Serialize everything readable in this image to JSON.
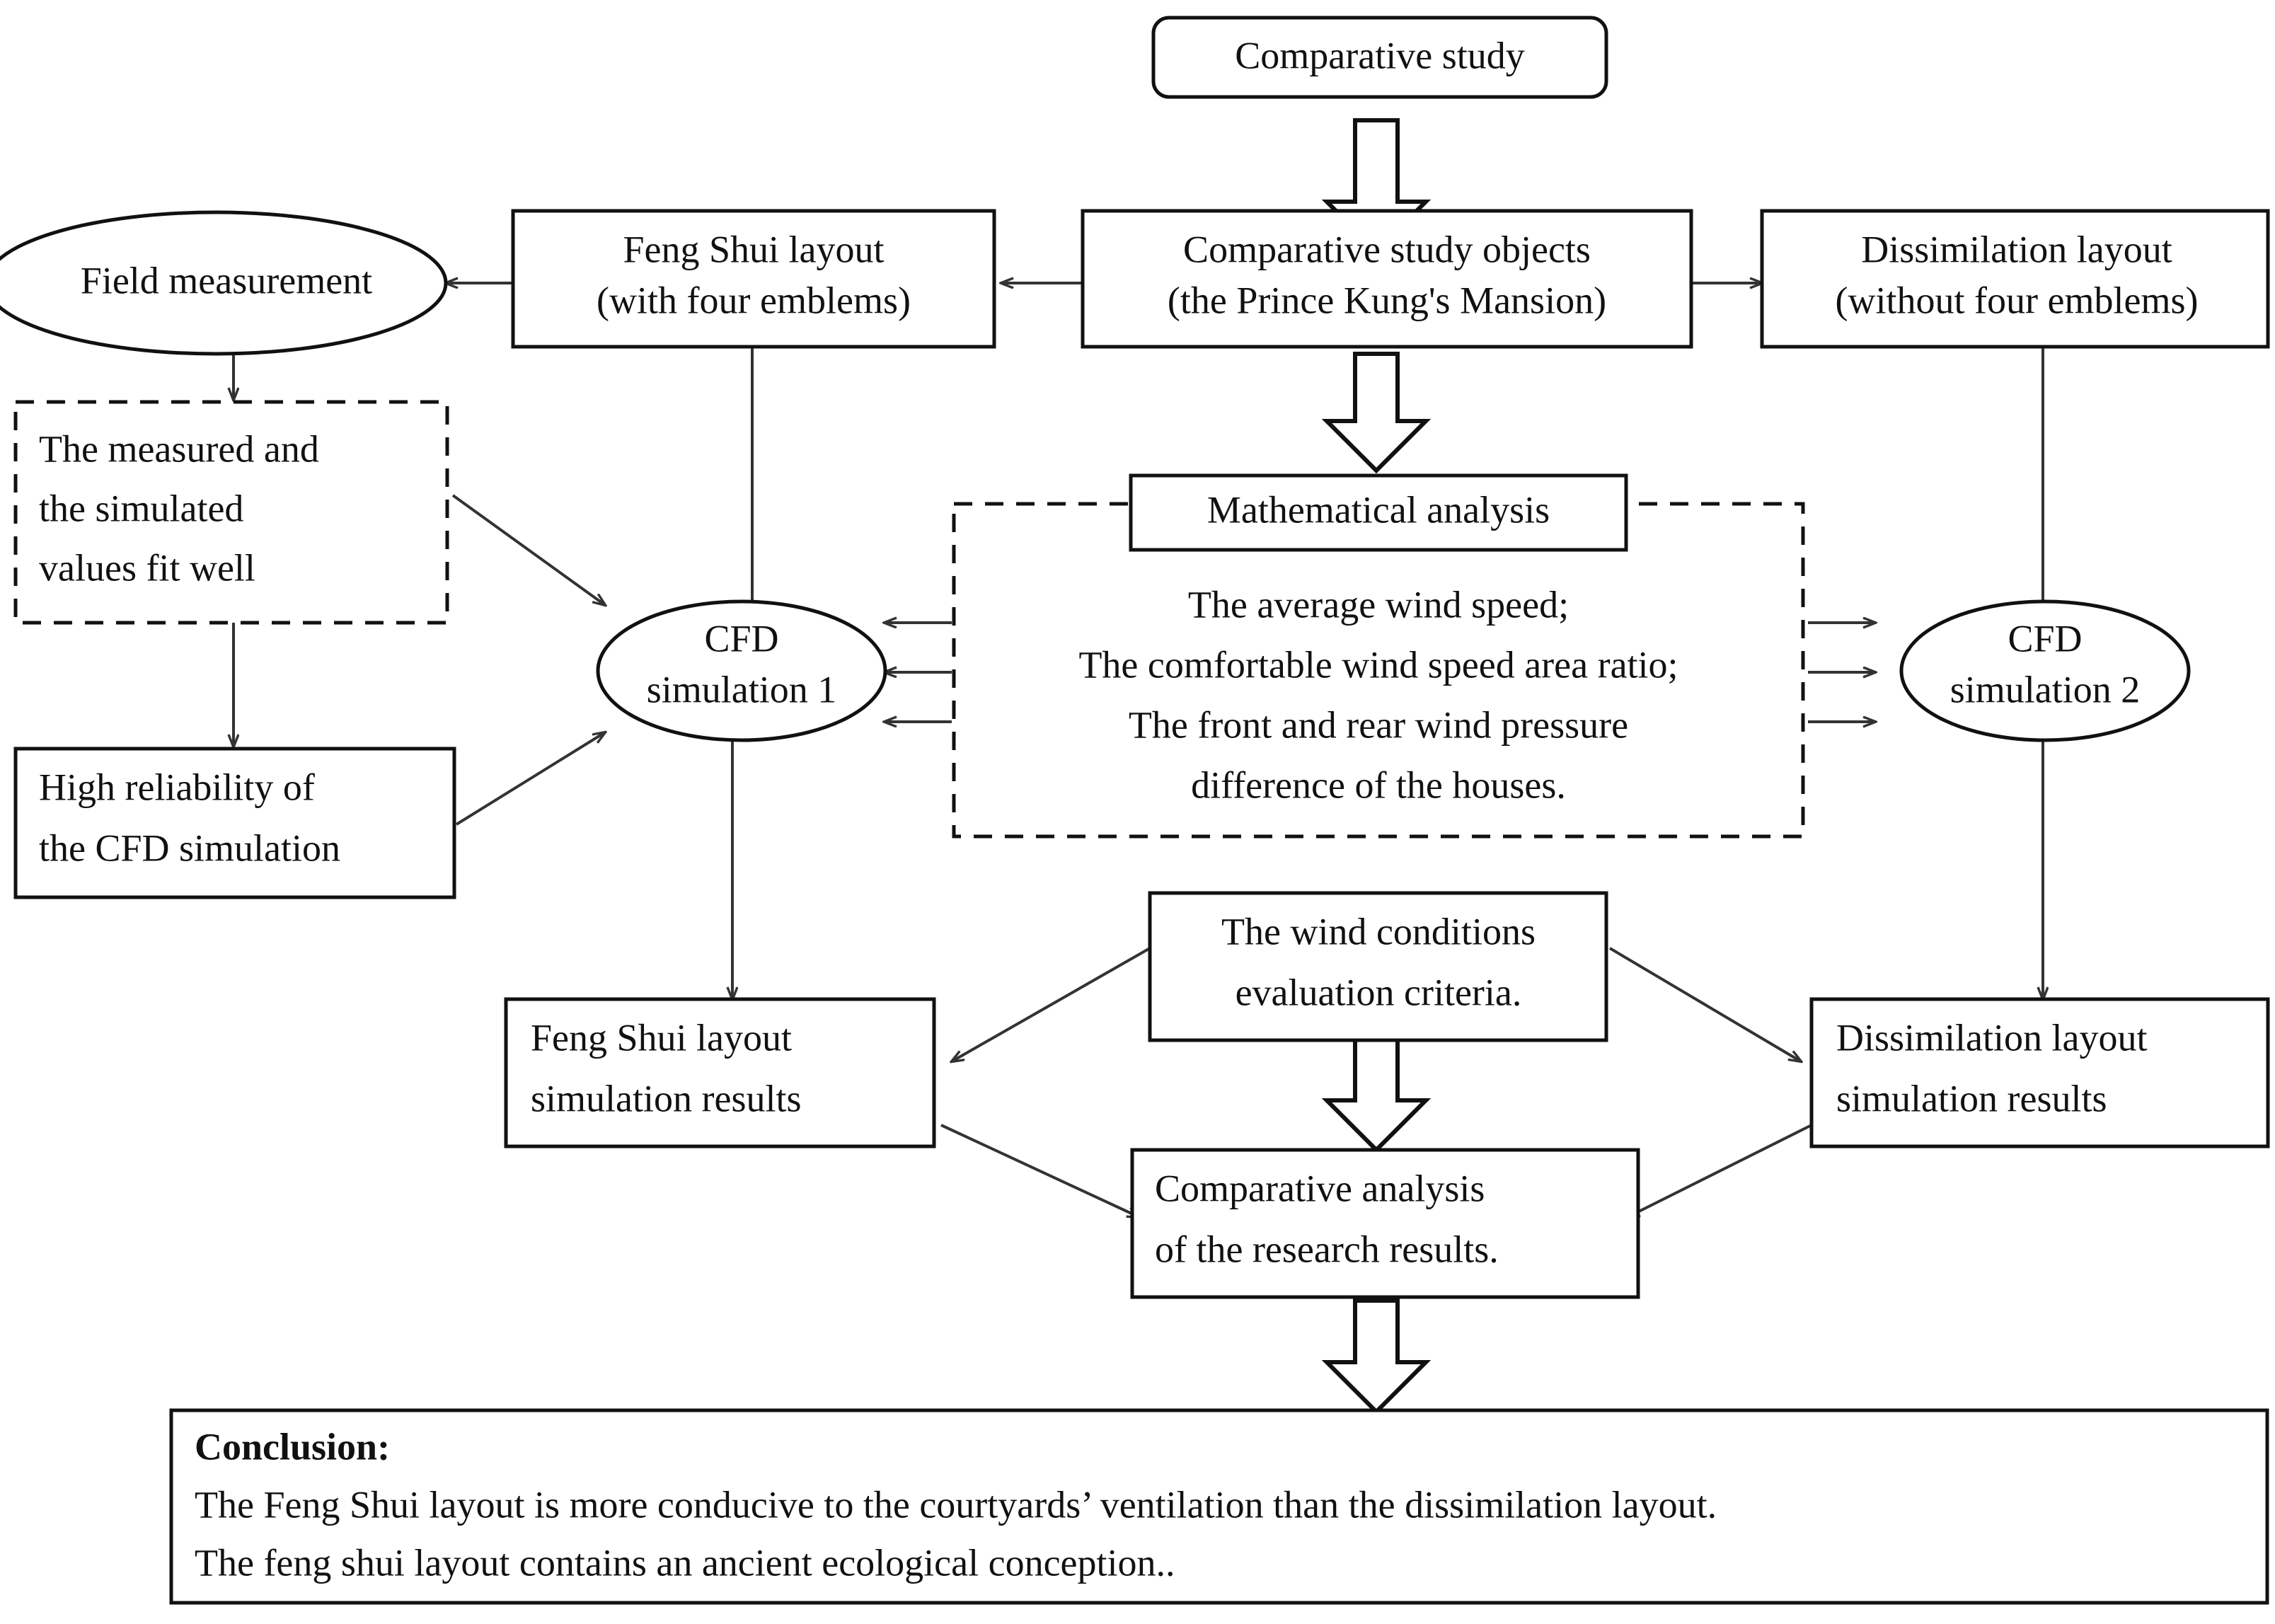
{
  "diagram": {
    "title": "Comparative study research framework flowchart",
    "nodes": {
      "comparative_study": "Comparative study",
      "feng_shui_layout_l1": "Feng Shui layout",
      "feng_shui_layout_l2": "(with four emblems)",
      "study_objects_l1": "Comparative study objects",
      "study_objects_l2": "(the Prince Kung's Mansion)",
      "dissimilation_layout_l1": "Dissimilation layout",
      "dissimilation_layout_l2": "(without four emblems)",
      "field_measurement": "Field measurement",
      "measured_fit_l1": "The measured and",
      "measured_fit_l2": "the simulated",
      "measured_fit_l3": "values fit well",
      "high_reliability_l1": "High reliability of",
      "high_reliability_l2": "the CFD simulation",
      "cfd1_l1": "CFD",
      "cfd1_l2": "simulation 1",
      "cfd2_l1": "CFD",
      "cfd2_l2": "simulation 2",
      "math_analysis": "Mathematical analysis",
      "math_item_1": "The average wind speed;",
      "math_item_2": "The comfortable wind speed area ratio;",
      "math_item_3": "The front and rear wind pressure",
      "math_item_4": "difference of the houses.",
      "wind_criteria_l1": "The wind conditions",
      "wind_criteria_l2": "evaluation criteria.",
      "fs_results_l1": "Feng Shui layout",
      "fs_results_l2": "simulation results",
      "dis_results_l1": "Dissimilation layout",
      "dis_results_l2": "simulation results",
      "comp_analysis_l1": "Comparative analysis",
      "comp_analysis_l2": "of the research results.",
      "conclusion_heading": "Conclusion:",
      "conclusion_l1": "The Feng Shui layout is more conducive to the courtyards’ ventilation than the dissimilation layout.",
      "conclusion_l2": "The feng shui layout contains an ancient ecological conception.."
    },
    "colors": {
      "stroke": "#111111",
      "fill": "#ffffff",
      "connector": "#333333"
    }
  }
}
